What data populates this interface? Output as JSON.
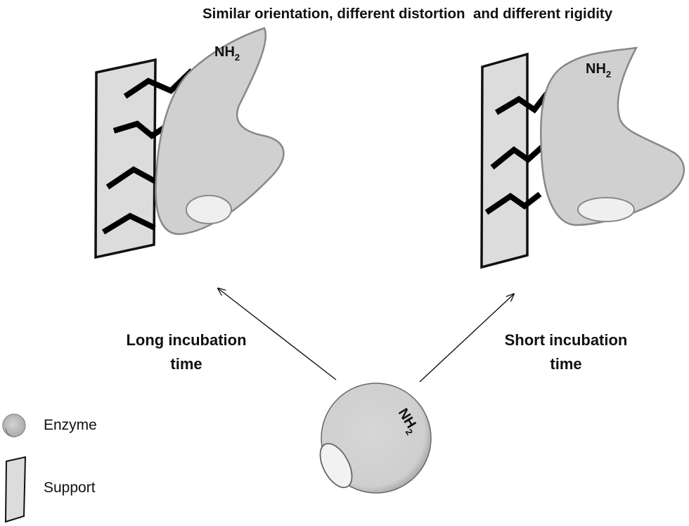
{
  "title": "Similar orientation, different distortion  and different rigidity",
  "amine_group": {
    "symbol": "NH",
    "subscript": "2"
  },
  "branches": {
    "long": {
      "line1": "Long incubation",
      "line2": "time"
    },
    "short": {
      "line1": "Short incubation",
      "line2": "time"
    }
  },
  "legend": {
    "enzyme": "Enzyme",
    "support": "Support"
  },
  "colors": {
    "enzyme_fill": "#d0d0d0",
    "support_fill": "#dcdcdc",
    "active_site_fill": "#efefef",
    "linker": "#000000"
  }
}
